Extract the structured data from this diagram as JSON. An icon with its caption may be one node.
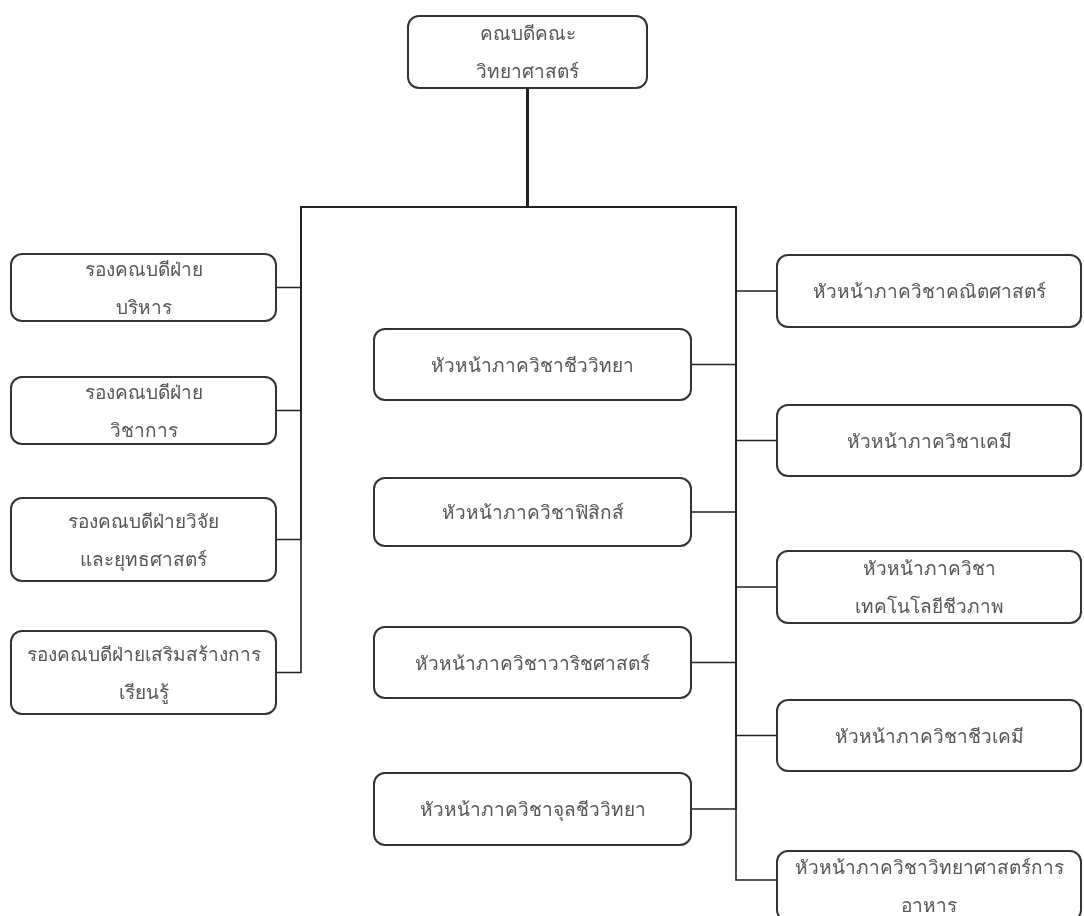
{
  "diagram": {
    "nodes": [
      {
        "text": [
          "คณบดีคณะวิทยาศาสตร์"
        ]
      },
      {
        "text": [
          "รองคณบดีฝ่ายบริหาร"
        ]
      },
      {
        "text": [
          "รองคณบดีฝ่ายวิชาการ"
        ]
      },
      {
        "text": [
          "รองคณบดีฝ่ายวิจัยและยุทธศาสตร์"
        ]
      },
      {
        "text": [
          "รองคณบดีฝ่ายเสริมสร้างการเรียนรู้"
        ]
      },
      {
        "text": [
          "หัวหน้าภาควิชาชีววิทยา"
        ]
      },
      {
        "text": [
          "หัวหน้าภาควิชาฟิสิกส์"
        ]
      },
      {
        "text": [
          "หัวหน้าภาควิชาวาริชศาสตร์"
        ]
      },
      {
        "text": [
          "หัวหน้าภาควิชาจุลชีววิทยา"
        ]
      },
      {
        "text": [
          "หัวหน้าภาควิชาคณิตศาสตร์"
        ]
      },
      {
        "text": [
          "หัวหน้าภาควิชาเคมี"
        ]
      },
      {
        "text": [
          "หัวหน้าภาควิชาเทคโนโลยีชีวภาพ"
        ]
      },
      {
        "text": [
          "หัวหน้าภาควิชาชีวเคมี"
        ]
      },
      {
        "text": [
          "หัวหน้าภาควิชาวิทยาศาสตร์การอาหาร"
        ]
      }
    ],
    "edges": [
      {
        "from": 0,
        "to": 1,
        "arrow": "none"
      },
      {
        "from": 0,
        "to": 2,
        "arrow": "none"
      },
      {
        "from": 0,
        "to": 3,
        "arrow": "none"
      },
      {
        "from": 0,
        "to": 4,
        "arrow": "none"
      },
      {
        "from": 0,
        "to": 5,
        "arrow": "none"
      },
      {
        "from": 0,
        "to": 6,
        "arrow": "none"
      },
      {
        "from": 0,
        "to": 7,
        "arrow": "none"
      },
      {
        "from": 0,
        "to": 8,
        "arrow": "none"
      },
      {
        "from": 0,
        "to": 9,
        "arrow": "none"
      },
      {
        "from": 0,
        "to": 10,
        "arrow": "none"
      },
      {
        "from": 0,
        "to": 11,
        "arrow": "none"
      },
      {
        "from": 0,
        "to": 12,
        "arrow": "none"
      },
      {
        "from": 0,
        "to": 13,
        "arrow": "none"
      }
    ]
  }
}
